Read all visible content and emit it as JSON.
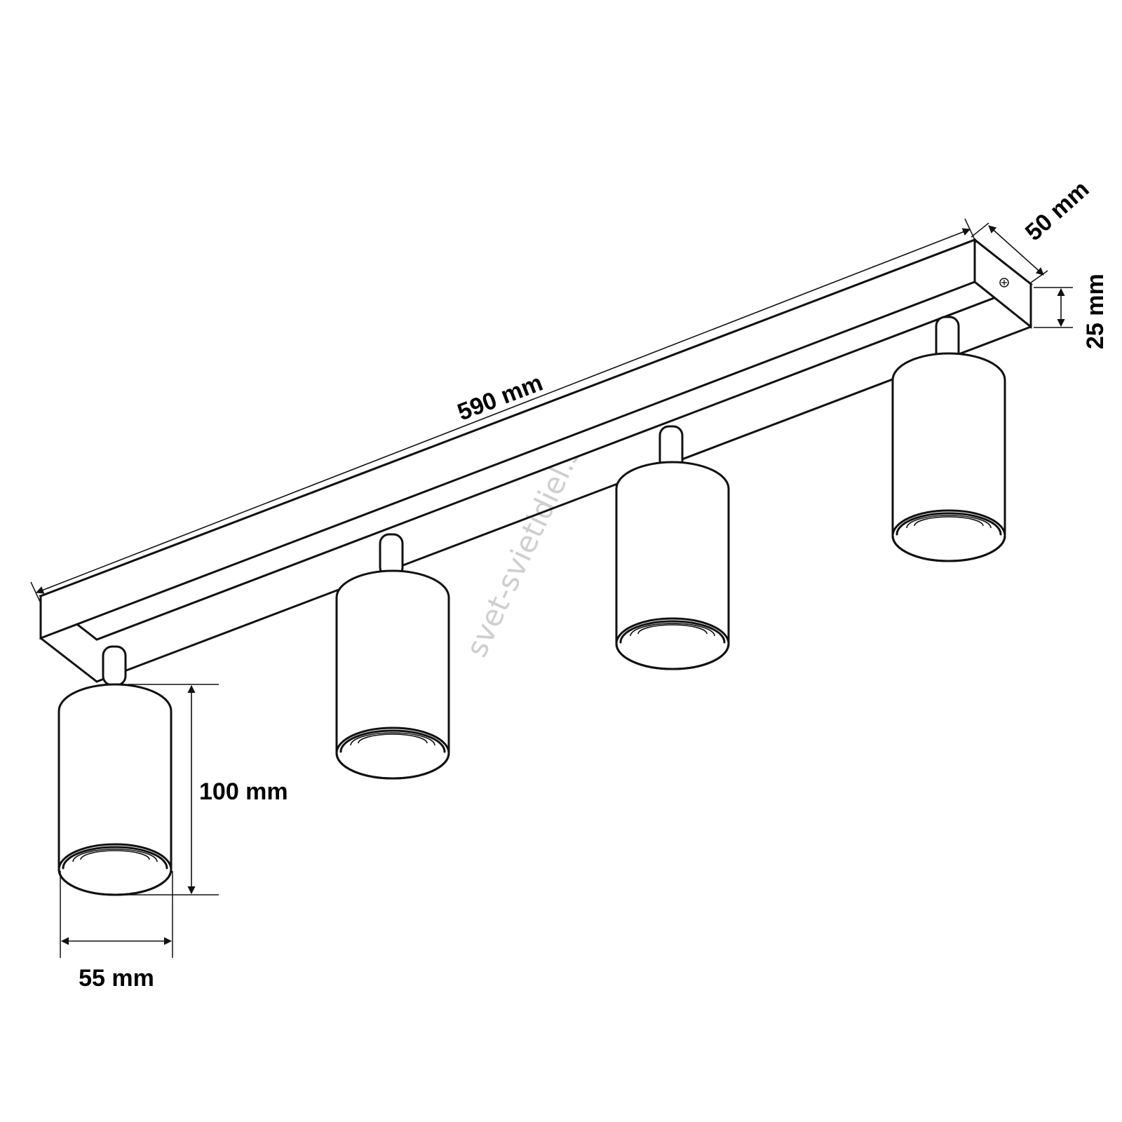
{
  "dimensions": {
    "length": "590 mm",
    "depth": "50 mm",
    "height": "25 mm",
    "spot_height": "100 mm",
    "spot_diameter": "55 mm"
  },
  "watermark": "svet-svietidiel.sk",
  "spotlight_count": 4
}
